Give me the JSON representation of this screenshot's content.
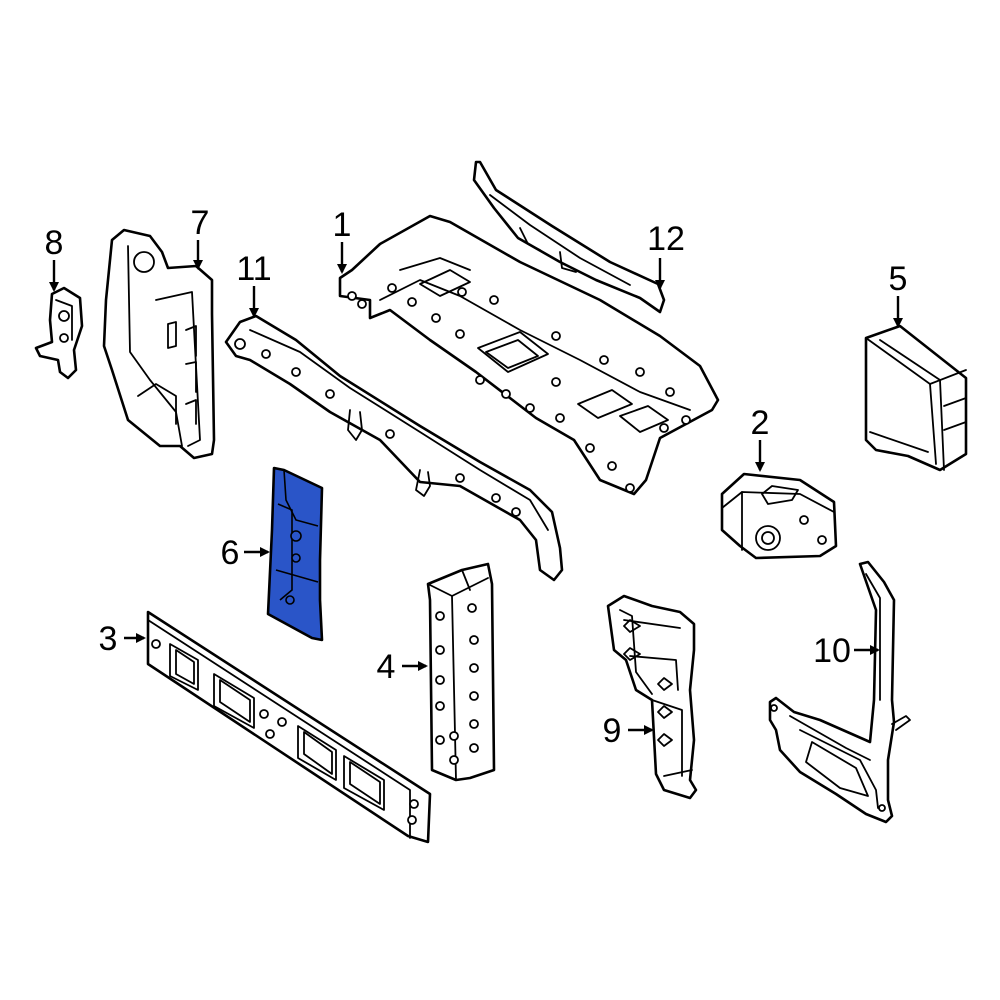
{
  "diagram": {
    "highlight_color": "#2a55c8",
    "line_color": "#000000",
    "background": "#ffffff",
    "highlighted_part": "6",
    "callouts": [
      {
        "id": "1",
        "label": "1"
      },
      {
        "id": "2",
        "label": "2"
      },
      {
        "id": "3",
        "label": "3"
      },
      {
        "id": "4",
        "label": "4"
      },
      {
        "id": "5",
        "label": "5"
      },
      {
        "id": "6",
        "label": "6"
      },
      {
        "id": "7",
        "label": "7"
      },
      {
        "id": "8",
        "label": "8"
      },
      {
        "id": "9",
        "label": "9"
      },
      {
        "id": "10",
        "label": "10"
      },
      {
        "id": "11",
        "label": "11"
      },
      {
        "id": "12",
        "label": "12"
      }
    ]
  }
}
